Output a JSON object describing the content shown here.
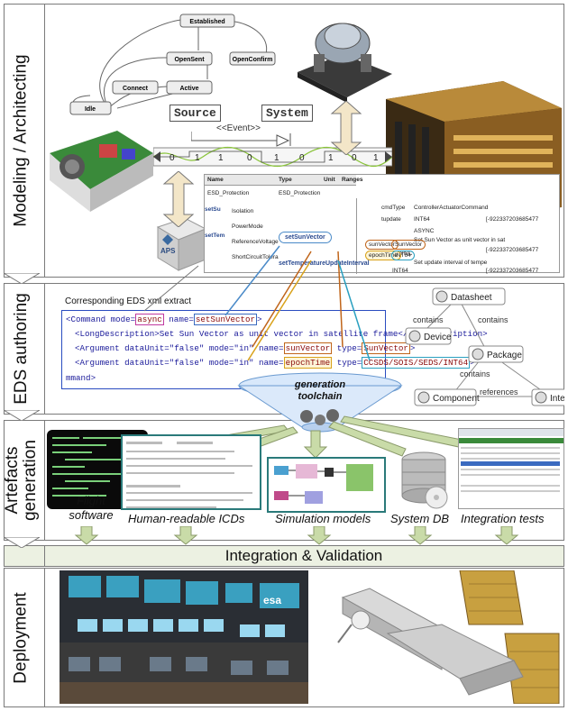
{
  "bands": {
    "modeling": "Modeling / Architecting",
    "eds": "EDS  authoring",
    "artefacts_line1": "Artefacts",
    "artefacts_line2": "generation",
    "integration": "Integration & Validation",
    "deployment": "Deployment"
  },
  "state_machine": {
    "states": [
      "Established",
      "OpenSent",
      "OpenConfirm",
      "Connect",
      "Active",
      "Idle"
    ]
  },
  "event_diagram": {
    "source": "Source",
    "system": "System",
    "event": "<<Event>>",
    "bits": [
      "0",
      "1",
      "1",
      "0",
      "1",
      "0",
      "1",
      "0",
      "1"
    ]
  },
  "aps_label": "APS",
  "ui_table": {
    "headers": [
      "Name",
      "Type",
      "Unit",
      "Ranges"
    ],
    "rows": [
      [
        "ESD_Protection",
        "ESD_Protection"
      ],
      [
        "Isolation"
      ],
      [
        "PowerMode"
      ],
      [
        "ReferenceVoltage"
      ],
      [
        "ShortCircuitTolera"
      ]
    ],
    "side_rows": [
      [
        "cmdType",
        "ControllerActuatorCommand"
      ],
      [
        "tupdate",
        "INT64",
        "[-922337203685477"
      ],
      [
        "",
        "ASYNC"
      ],
      [
        "",
        "Set Sun Vector as unit vector in sat"
      ],
      [
        "",
        "",
        "[-922337203685477"
      ],
      [
        "",
        "ASYNC"
      ],
      [
        "",
        "Set update interval of tempe"
      ],
      [
        "",
        "INT64",
        "[-922337203685477"
      ]
    ],
    "left_tabs": [
      "setSu",
      "setTem"
    ],
    "highlight_cmd": "setSunVector",
    "cmd2": "setTemperatureUpdateInterval",
    "arg1": "sunVector",
    "arg1_type": "SunVector",
    "arg2": "epochTime",
    "arg2_type": "INT64"
  },
  "xml": {
    "caption": "Corresponding EDS xml extract",
    "line1_a": "<Command mode=",
    "line1_mode": "async",
    "line1_b": " name=",
    "line1_name": "setSunVector",
    "line1_c": ">",
    "line2": "<LongDescription>Set Sun Vector as unit vector in satellite frame</LongDescription>",
    "line3_a": "<Argument dataUnit=\"false\" mode=\"in\" name=",
    "line3_name": "sunVector",
    "line3_b": " type=",
    "line3_type": "SunVector",
    "line3_c": ">",
    "line4_a": "<Argument dataUnit=\"false\" mode=\"in\" name=",
    "line4_name": "epochTime",
    "line4_b": " type=",
    "line4_type": "CCSDS/SOIS/SEDS/INT64",
    "line4_c": ">",
    "line5": "mmand>"
  },
  "datasheet": {
    "nodes": [
      "Datasheet",
      "Device",
      "Package",
      "Component",
      "Interfa"
    ],
    "edges": [
      "contains",
      "contains",
      "contains",
      "references"
    ]
  },
  "toolchain": "generation toolchain",
  "artefacts": [
    "Flight software",
    "Human-readable ICDs",
    "Simulation models",
    "System DB",
    "Integration tests"
  ],
  "deployment": {
    "esa_label": "esa"
  }
}
